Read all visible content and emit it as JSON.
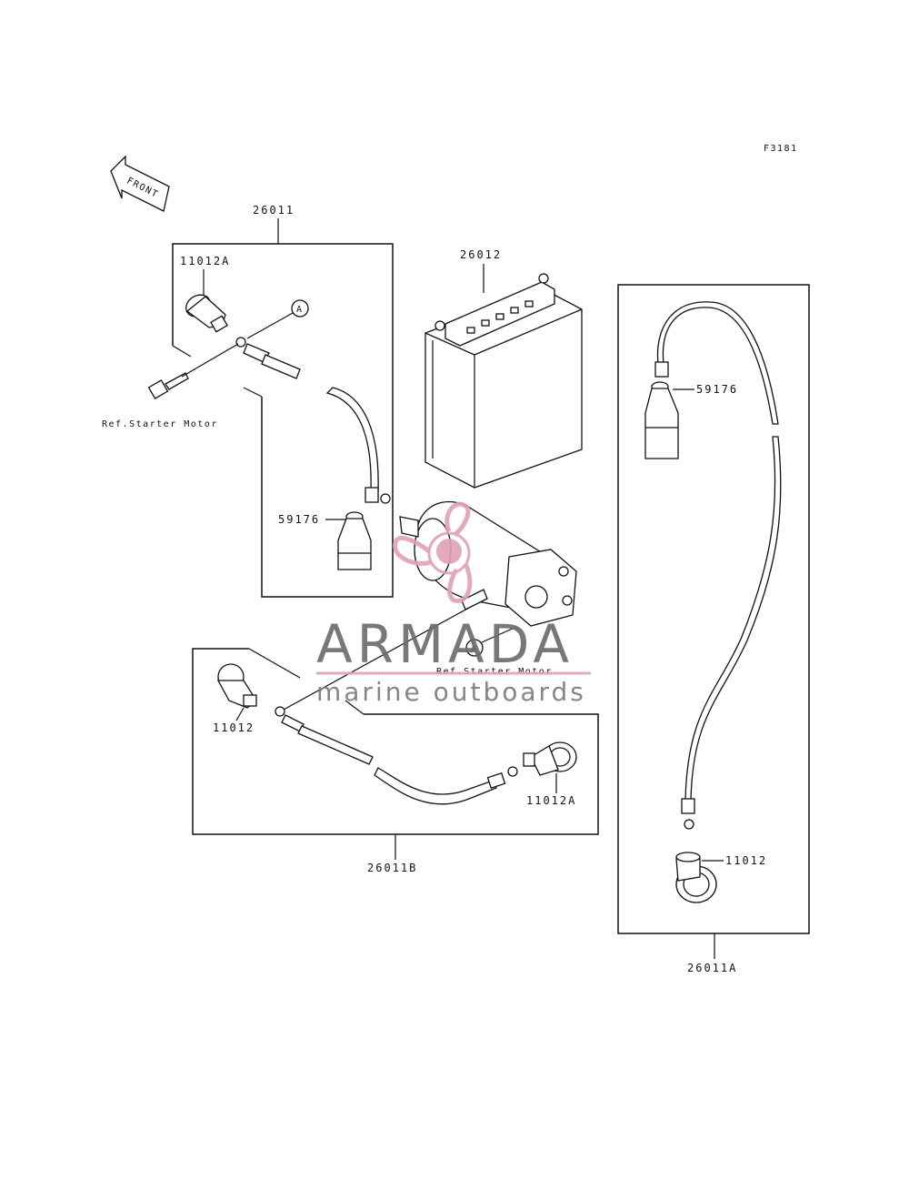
{
  "figure_code": "F3181",
  "front_label": "FRONT",
  "callout_letter": "A",
  "ref_starter_motor": "Ref.Starter Motor",
  "parts": {
    "battery": "26012",
    "cable_set_top": "26011",
    "cable_set_bottom": "26011B",
    "cable_set_right": "26011A",
    "cap_a_top": "11012A",
    "cap_a_bottom": "11012A",
    "cap_bottom_left": "11012",
    "cap_right": "11012",
    "boot_top": "59176",
    "boot_right": "59176"
  },
  "watermark": {
    "brand": "ARMADA",
    "tagline": "marine outboards",
    "accent_color": "#e0a0b8",
    "text_color": "#6a6a6a"
  }
}
